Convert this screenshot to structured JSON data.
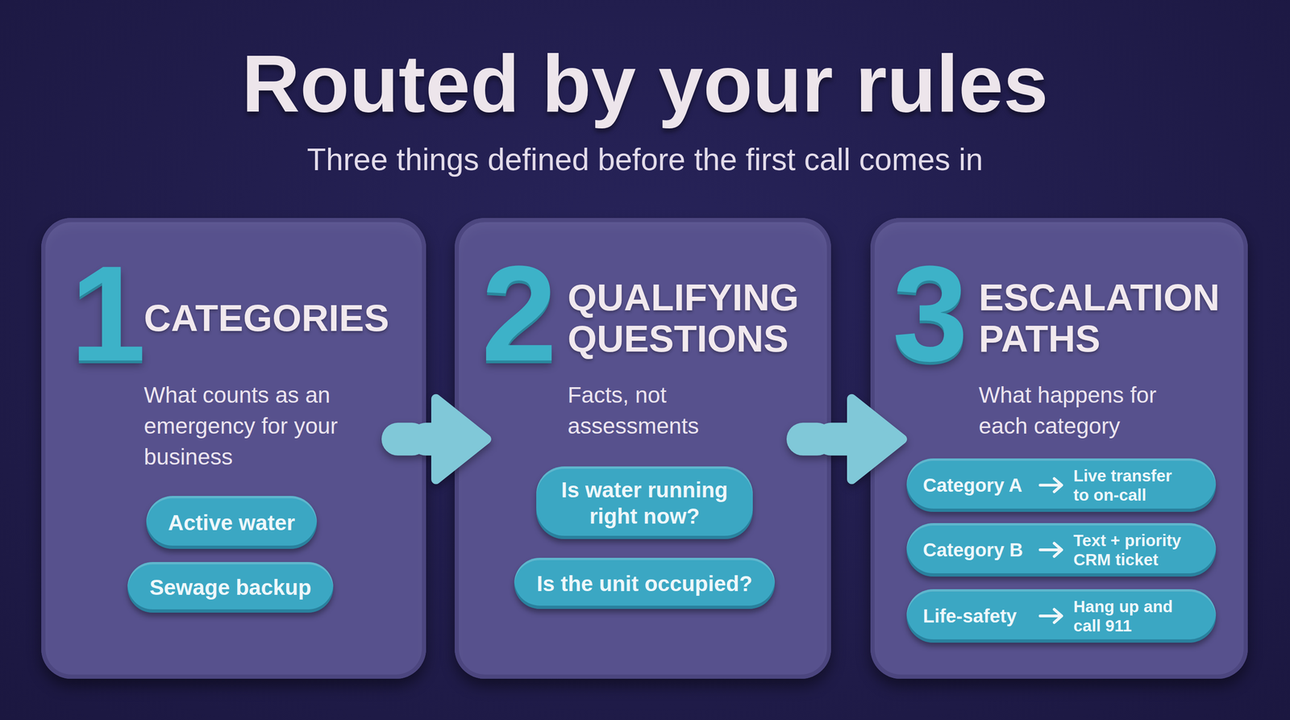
{
  "diagram": {
    "title": "Routed by your rules",
    "nodes": [
      {
        "text": [
          "1",
          "CATEGORIES",
          "What counts as an emergency for your business"
        ]
      },
      {
        "text": [
          "Active water"
        ],
        "in": 0
      },
      {
        "text": [
          "Sewage backup"
        ],
        "in": 0
      },
      {
        "text": [
          "2",
          "QUALIFYING QUESTIONS",
          "Facts, not assessments"
        ]
      },
      {
        "text": [
          "Is water running right now?"
        ],
        "in": 3
      },
      {
        "text": [
          "Is the unit occupied?"
        ],
        "in": 3
      },
      {
        "text": [
          "3",
          "ESCALATION PATHS",
          "What happens for each category"
        ]
      },
      {
        "text": [
          "Category A",
          "Live transfer to on-call"
        ],
        "in": 6
      },
      {
        "text": [
          "Category B",
          "Text + priority CRM ticket"
        ],
        "in": 6
      },
      {
        "text": [
          "Life-safety",
          "Hang up and call 911"
        ],
        "in": 6
      }
    ],
    "edges": [
      {
        "from": 0,
        "to": 3,
        "arrow": "to"
      },
      {
        "from": 3,
        "to": 6,
        "arrow": "to"
      }
    ],
    "labels": [
      "Three things defined before the first call comes in"
    ]
  }
}
